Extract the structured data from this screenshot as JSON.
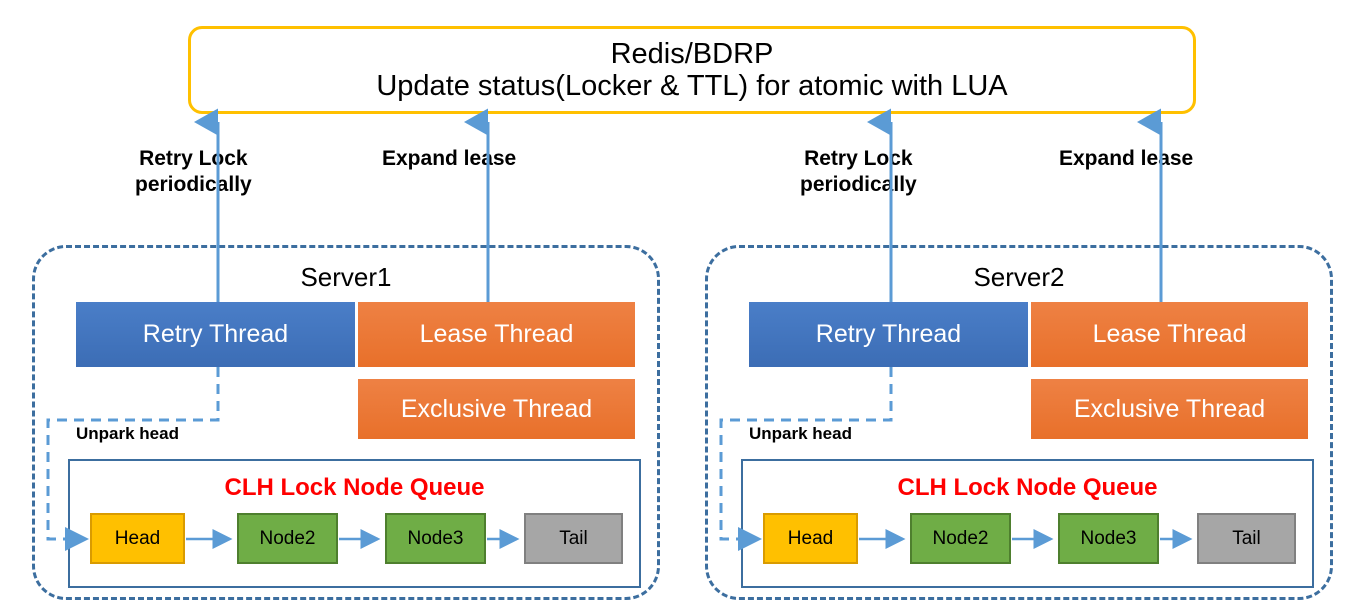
{
  "diagram": {
    "title_box": {
      "name": "redis-bdrp-box",
      "line1": "Redis/BDRP",
      "line2": "Update status(Locker & TTL) for atomic with LUA",
      "border_color": "#FFC000"
    },
    "arrow_labels": {
      "retry_lock": "Retry Lock\nperiodically",
      "expand_lease": "Expand lease"
    },
    "colors": {
      "arrow_blue": "#5B9BD5",
      "server_border": "#3C6E9F",
      "retry_thread": "#4472C4",
      "lease_thread": "#ED7D31",
      "exclusive_thread": "#ED7D31",
      "head_node": "#FFC000",
      "mid_node": "#70AD47",
      "tail_node": "#A6A6A6",
      "clh_title": "#FF0000"
    },
    "servers": [
      {
        "title": "Server1",
        "retry_thread": "Retry Thread",
        "lease_thread": "Lease Thread",
        "exclusive_thread": "Exclusive Thread",
        "unpark_label": "Unpark head",
        "clh_title": "CLH Lock Node Queue",
        "nodes": [
          "Head",
          "Node2",
          "Node3",
          "Tail"
        ]
      },
      {
        "title": "Server2",
        "retry_thread": "Retry Thread",
        "lease_thread": "Lease Thread",
        "exclusive_thread": "Exclusive Thread",
        "unpark_label": "Unpark head",
        "clh_title": "CLH Lock Node Queue",
        "nodes": [
          "Head",
          "Node2",
          "Node3",
          "Tail"
        ]
      }
    ]
  }
}
